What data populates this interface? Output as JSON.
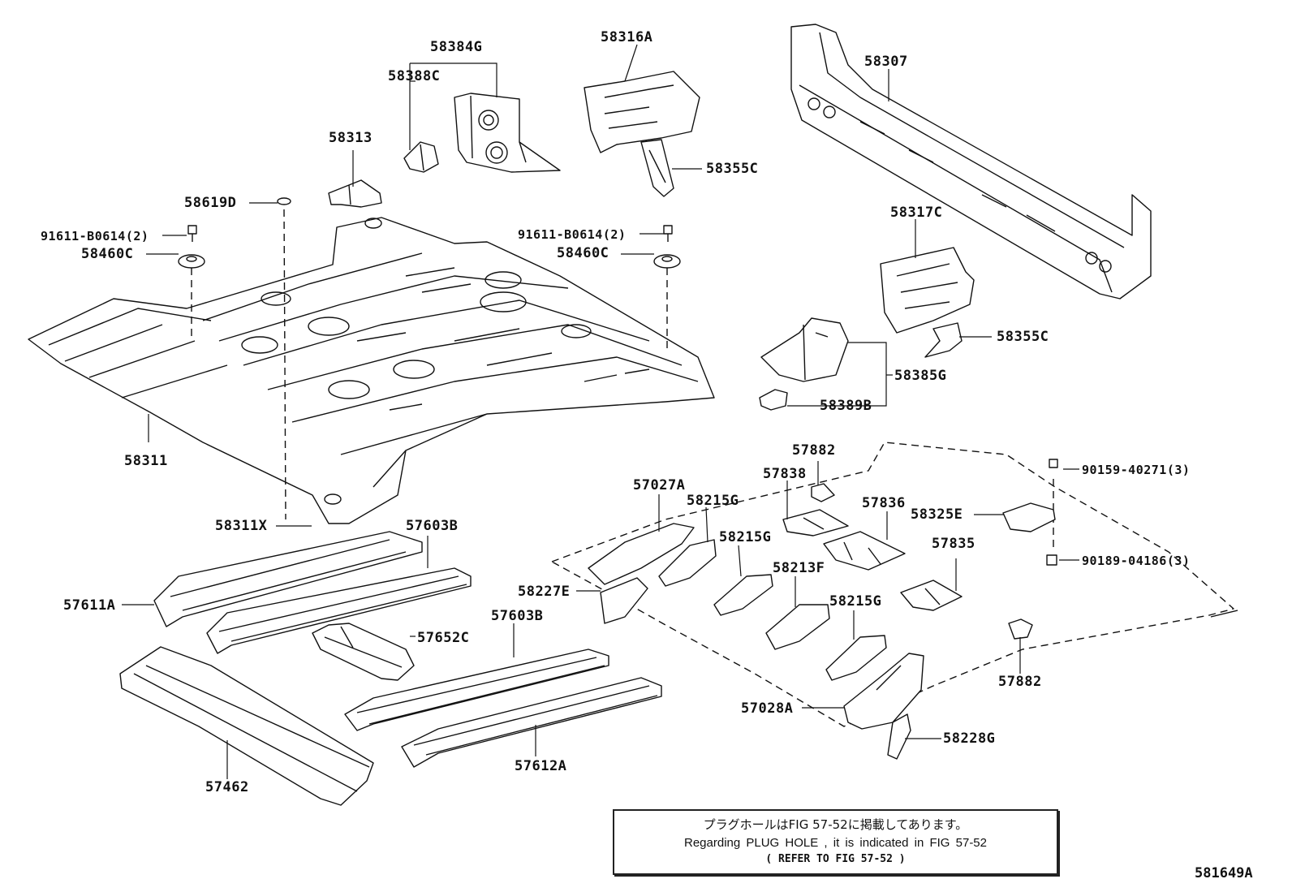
{
  "figure_id": "581649A",
  "note": {
    "line_jp": "プラグホールはFIG 57-52に掲載してあります。",
    "line_en": "Regarding PLUG HOLE , it is indicated in FIG 57-52",
    "line_ref": "( REFER TO FIG 57-52 )"
  },
  "parts": {
    "p58384G": "58384G",
    "p58388C": "58388C",
    "p58316A": "58316A",
    "p58307": "58307",
    "p58313": "58313",
    "p58355C_top": "58355C",
    "p58619D": "58619D",
    "p91611_left": "91611-B0614(2)",
    "p58460C_left": "58460C",
    "p91611_right": "91611-B0614(2)",
    "p58460C_right": "58460C",
    "p58317C": "58317C",
    "p58355C_right": "58355C",
    "p58385G": "58385G",
    "p58389B": "58389B",
    "p58311": "58311",
    "p57882_top": "57882",
    "p57838": "57838",
    "p90159": "90159-40271(3)",
    "p57027A": "57027A",
    "p58215G_a": "58215G",
    "p57836": "57836",
    "p58325E": "58325E",
    "p58311X": "58311X",
    "p57603B_a": "57603B",
    "p58215G_b": "58215G",
    "p90189": "90189-04186(3)",
    "p57835": "57835",
    "p58213F": "58213F",
    "p57611A": "57611A",
    "p58227E": "58227E",
    "p58215G_c": "58215G",
    "p57603B_b": "57603B",
    "p57652C": "57652C",
    "p57882_bottom": "57882",
    "p57028A": "57028A",
    "p58228G": "58228G",
    "p57462": "57462",
    "p57612A": "57612A"
  }
}
